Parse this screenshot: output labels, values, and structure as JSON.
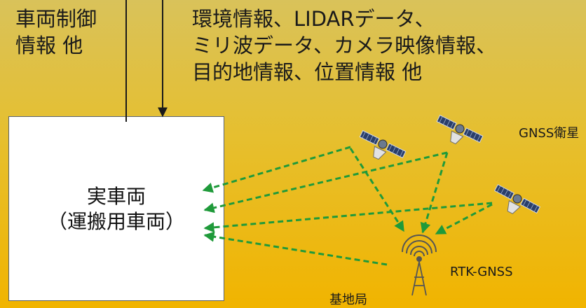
{
  "vehicle_control": {
    "line1": "車両制御",
    "line2": "情報 他"
  },
  "sensor_info": {
    "line1": "環境情報、LIDARデータ、",
    "line2": "ミリ波データ、カメラ映像情報、",
    "line3": "目的地情報、位置情報 他"
  },
  "vehicle": {
    "line1": "実車両",
    "line2": "（運搬用車両）"
  },
  "satellites_label": "GNSS衛星",
  "rtk_label": "RTK-GNSS",
  "base_station_label": "基地局",
  "colors": {
    "arrow_green": "#1f9a3a",
    "background": "#f1b400",
    "line": "#1a1a1a"
  }
}
